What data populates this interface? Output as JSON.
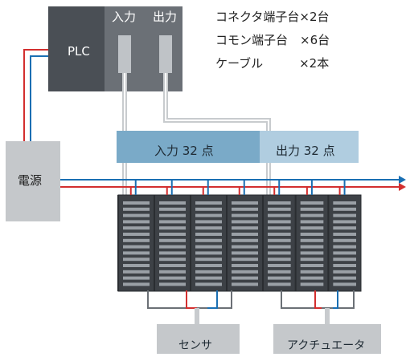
{
  "diagram": {
    "plc": {
      "label": "PLC",
      "ports": [
        "入力",
        "出力"
      ]
    },
    "power_supply": {
      "label": "電源"
    },
    "bands": {
      "input": "入力 32 点",
      "output": "出力 32 点"
    },
    "contents": [
      "コネクタ端子台×2台",
      "コモン端子台　×6台",
      "ケーブル　　　×2本"
    ],
    "devices": {
      "sensor": "センサ",
      "actuator": "アクチュエータ"
    },
    "colors": {
      "plc": "#4a4f55",
      "port": "#6b7076",
      "psu": "#c5c8cb",
      "input_band": "#7aaac8",
      "output_band": "#b0cde0",
      "wire_red": "#d32f2f",
      "wire_blue": "#1a6fb3",
      "cable": "#c8cbce"
    }
  }
}
